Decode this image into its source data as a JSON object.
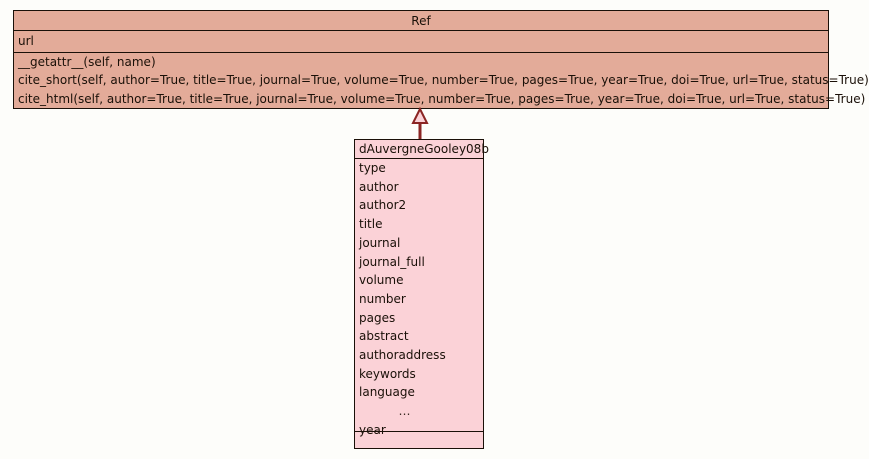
{
  "diagram": {
    "type": "uml-class-diagram",
    "background_color": "#fdfdfa",
    "relationship": {
      "kind": "generalization",
      "label": "",
      "from": "dAuvergneGooley08b",
      "to": "Ref",
      "line_color": "#8b2523",
      "arrow_fill": "#fbd2d7"
    }
  },
  "classes": [
    {
      "id": "ref",
      "name": "Ref",
      "title_align": "center",
      "header_color": "#e3ab99",
      "body_color": "#e3ab99",
      "border_color": "#1a1008",
      "attributes": [
        "url"
      ],
      "operations": [
        "__getattr__(self, name)",
        "cite_short(self, author=True, title=True, journal=True, volume=True, number=True, pages=True, year=True, doi=True, url=True, status=True)",
        "cite_html(self, author=True, title=True, journal=True, volume=True, number=True, pages=True, year=True, doi=True, url=True, status=True)"
      ]
    },
    {
      "id": "dauvergnegooley08b",
      "name": "dAuvergneGooley08b",
      "title_align": "left",
      "header_color": "#fbd2d7",
      "body_color": "#fbd2d7",
      "border_color": "#1a1008",
      "attributes": [
        "type",
        "author",
        "author2",
        "title",
        "journal",
        "journal_full",
        "volume",
        "number",
        "pages",
        "abstract",
        "authoraddress",
        "keywords",
        "language",
        "…",
        "year"
      ],
      "operations": []
    }
  ]
}
